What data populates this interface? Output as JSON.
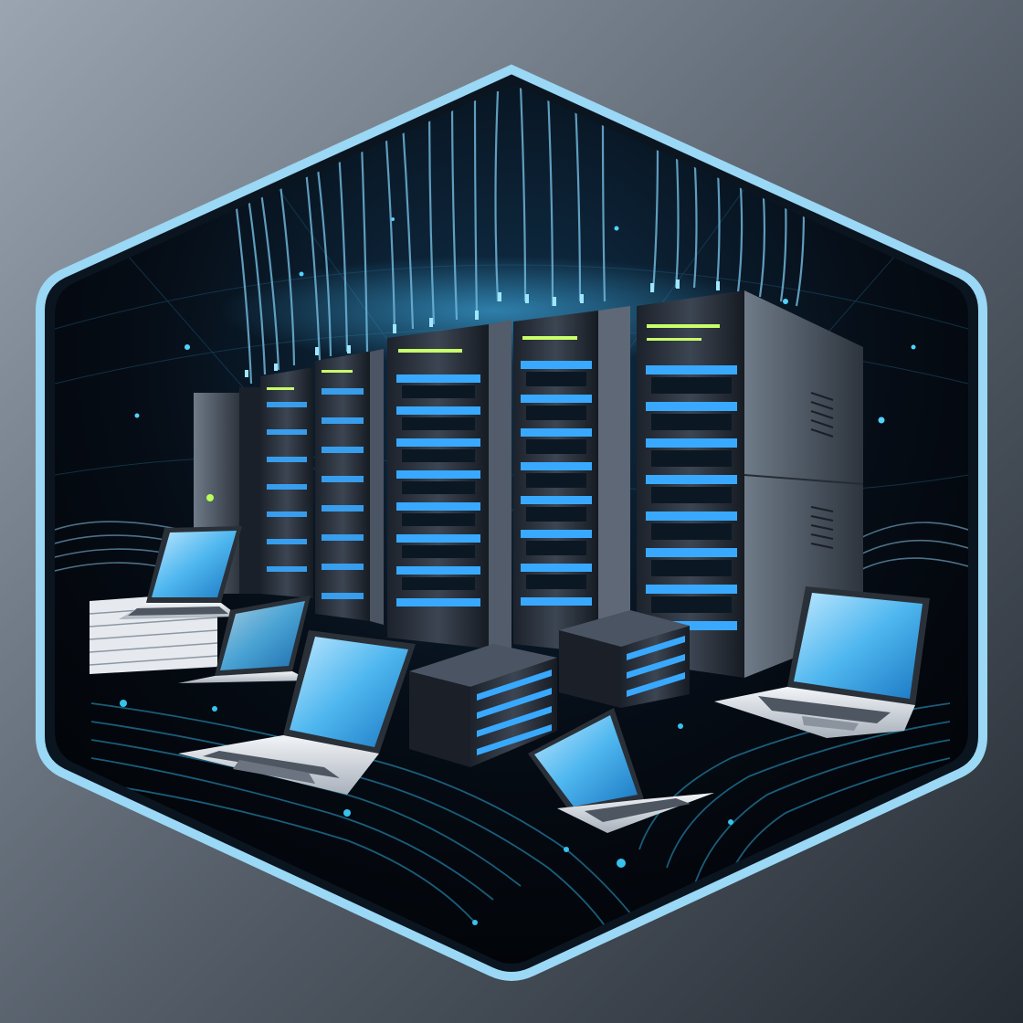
{
  "scene": {
    "subject": "server-room-illustration",
    "colors": {
      "background_light": "#8a96a3",
      "background_dark": "#2c333b",
      "frame_border": "#8fd4f2",
      "inner_bg": "#05090f",
      "server_light": "#5a6472",
      "server_dark": "#1b2028",
      "led_blue": "#39a9ff",
      "led_green": "#c8ff6a",
      "cable_blue": "#6fb4d8",
      "screen_blue": "#4fb7ef",
      "laptop_body": "#d9dee4",
      "circuit": "#1e6d8e"
    },
    "elements": {
      "server_racks": 6,
      "laptops": 6,
      "small_server_units": 2
    }
  }
}
